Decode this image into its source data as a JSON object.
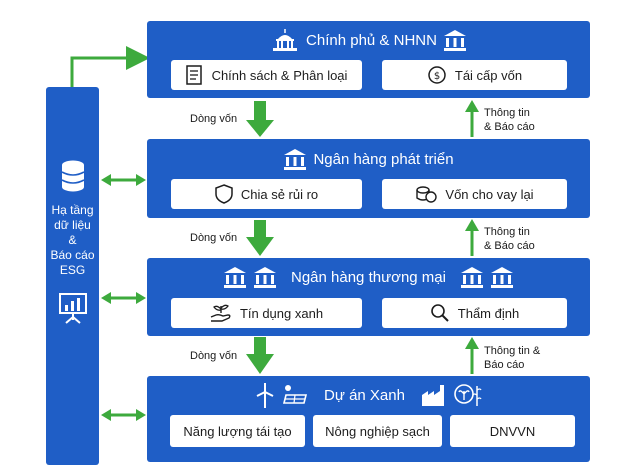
{
  "tiers": {
    "government": {
      "title": "Chính phủ & NHNN",
      "cards": [
        "Chính sách & Phân loại",
        "Tái cấp vốn"
      ]
    },
    "development": {
      "title": "Ngân hàng phát triển",
      "cards": [
        "Chia sẻ rủi ro",
        "Vốn cho vay lại"
      ]
    },
    "commercial": {
      "title": "Ngân hàng thương mại",
      "cards": [
        "Tín dụng xanh",
        "Thẩm định"
      ]
    },
    "green": {
      "title": "Dự án Xanh",
      "cards": [
        "Năng lượng tái tạo",
        "Nông nghiệp sạch",
        "DNVVN"
      ]
    }
  },
  "side": {
    "label": [
      "Hạ tầng",
      "dữ liệu",
      "&",
      "Báo cáo",
      "ESG"
    ]
  },
  "flows": {
    "down": [
      "Dòng vốn",
      "Dòng vốn",
      "Dòng vốn"
    ],
    "up1": [
      "Thông tin",
      "& Báo cáo"
    ],
    "up2": [
      "Thông tin",
      "& Báo cáo"
    ],
    "up3": [
      "Thông tin &",
      "Báo cáo"
    ]
  },
  "colors": {
    "tier": "#1f5ec6",
    "arrow_down": "#3daa3d",
    "arrow_side": "#3daa3d"
  }
}
